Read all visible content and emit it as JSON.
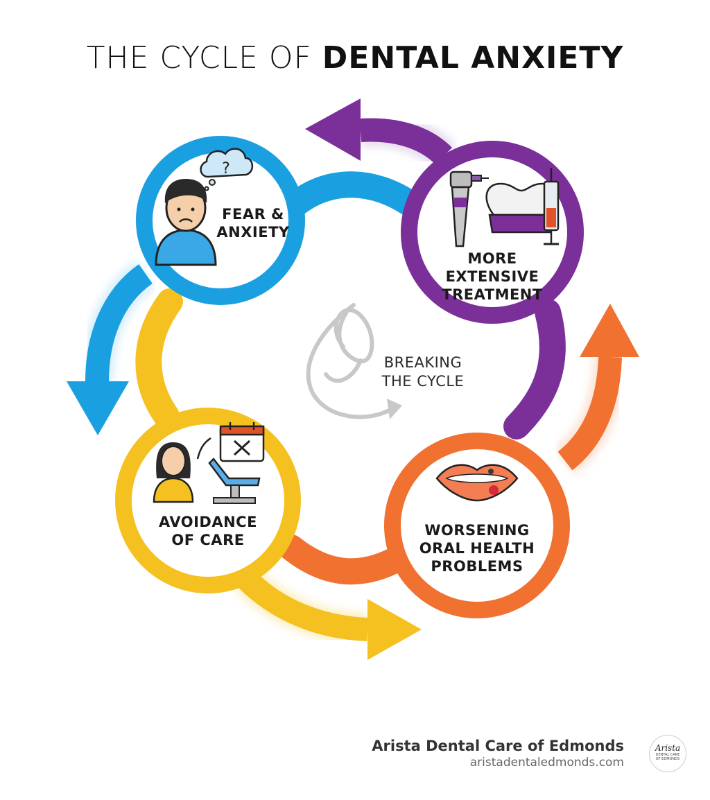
{
  "title": {
    "light": "THE CYCLE OF ",
    "bold": "DENTAL ANXIETY"
  },
  "stages": {
    "fear": {
      "line1": "FEAR &",
      "line2": "ANXIETY",
      "color": "#1a9fe0"
    },
    "treatment": {
      "line1": "MORE",
      "line2": "EXTENSIVE",
      "line3": "TREATMENT",
      "color": "#7a2f99"
    },
    "worsening": {
      "line1": "WORSENING",
      "line2": "ORAL HEALTH",
      "line3": "PROBLEMS",
      "color": "#f07130"
    },
    "avoidance": {
      "line1": "AVOIDANCE",
      "line2": "OF CARE",
      "color": "#f5c121"
    }
  },
  "center": {
    "line1": "BREAKING",
    "line2": "THE CYCLE"
  },
  "footer": {
    "name": "Arista Dental Care of Edmonds",
    "url": "aristadentaledmonds.com",
    "logo_script": "Arista",
    "logo_small_1": "DENTAL CARE",
    "logo_small_2": "OF EDMONDS"
  },
  "icons": [
    "person-worried-icon",
    "question-cloud-icon",
    "dental-drill-icon",
    "crown-icon",
    "syringe-icon",
    "lips-icon",
    "woman-icon",
    "dental-chair-icon",
    "calendar-cancel-icon",
    "knot-cycle-icon"
  ]
}
